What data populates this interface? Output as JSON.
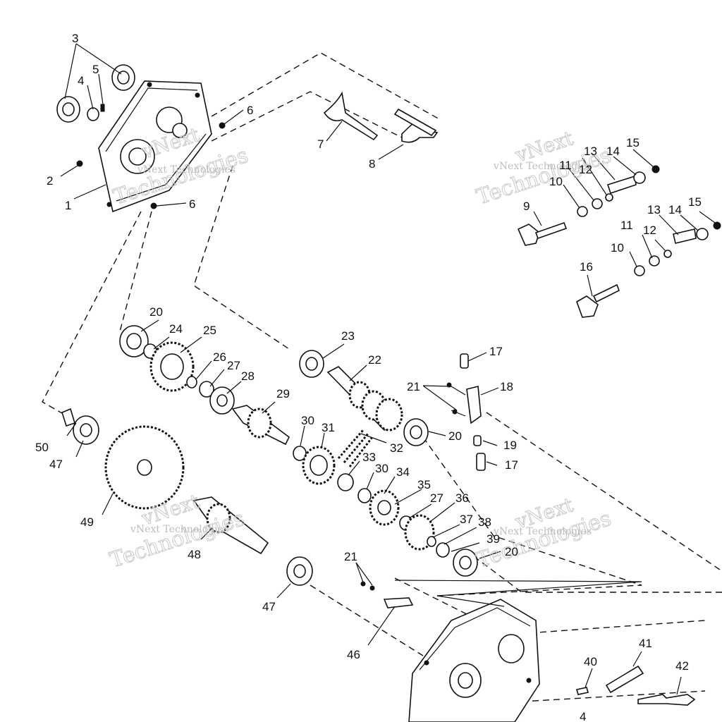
{
  "watermarks": [
    {
      "name": "vNext",
      "line2": "Technologies"
    },
    {
      "name": "vNext",
      "line2": "Technologies"
    },
    {
      "name": "vNext",
      "line2": "Technologies"
    },
    {
      "name": "vNext",
      "line2": "Technologies"
    }
  ],
  "watermark_small": "vNext Technologies",
  "part_labels": {
    "p1": "1",
    "p2": "2",
    "p3": "3",
    "p4": "4",
    "p5": "5",
    "p6a": "6",
    "p6b": "6",
    "p7": "7",
    "p8": "8",
    "p9": "9",
    "p10a": "10",
    "p10b": "10",
    "p11a": "11",
    "p11b": "11",
    "p12a": "12",
    "p12b": "12",
    "p13a": "13",
    "p13b": "13",
    "p14a": "14",
    "p14b": "14",
    "p15a": "15",
    "p15b": "15",
    "p16": "16",
    "p17a": "17",
    "p17b": "17",
    "p18": "18",
    "p19": "19",
    "p20a": "20",
    "p20b": "20",
    "p20c": "20",
    "p21a": "21",
    "p21b": "21",
    "p22": "22",
    "p23": "23",
    "p24": "24",
    "p25": "25",
    "p26": "26",
    "p27a": "27",
    "p27b": "27",
    "p28": "28",
    "p29": "29",
    "p30a": "30",
    "p30b": "30",
    "p31": "31",
    "p32": "32",
    "p33": "33",
    "p34": "34",
    "p35": "35",
    "p36": "36",
    "p37": "37",
    "p38": "38",
    "p39": "39",
    "p40": "40",
    "p41": "41",
    "p42": "42",
    "p46": "46",
    "p47a": "47",
    "p47b": "47",
    "p48": "48",
    "p49": "49",
    "p50": "50",
    "p4b": "4"
  }
}
